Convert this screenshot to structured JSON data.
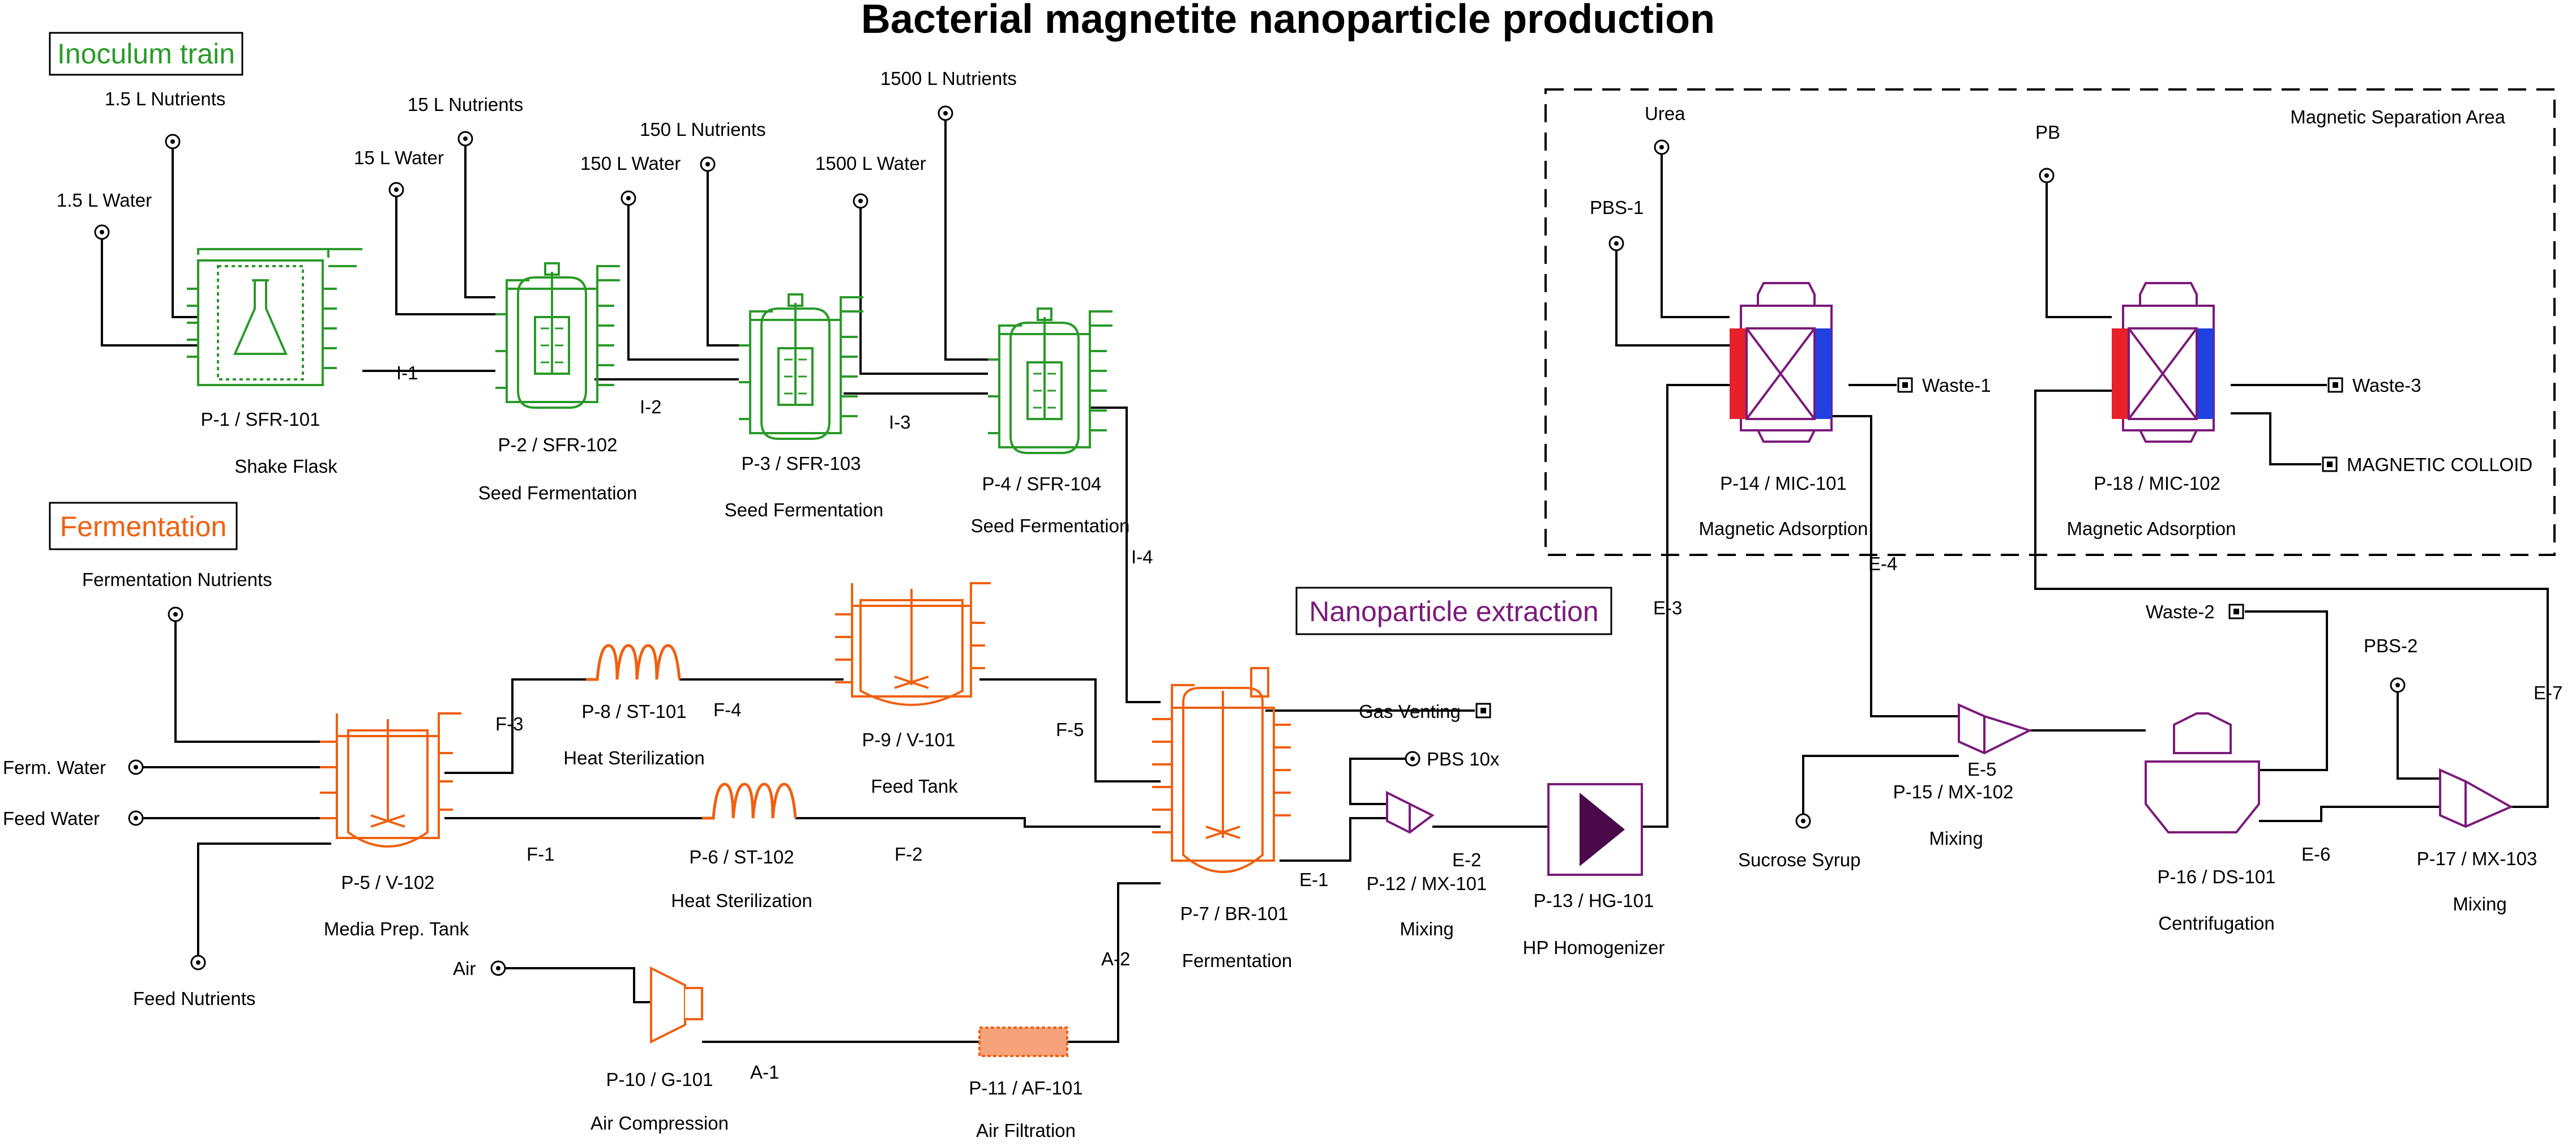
{
  "title": "Bacterial magnetite nanoparticle production",
  "sections": {
    "inoculum": "Inoculum train",
    "fermentation": "Fermentation",
    "extraction": "Nanoparticle extraction",
    "magnetic": "Magnetic  Separation Area"
  },
  "colors": {
    "inoculum": "#2a9a2a",
    "fermentation": "#f06010",
    "extraction": "#7a1a7a",
    "lines": "#000000",
    "heat_red": "#e8202a",
    "heat_blue": "#2040e0"
  },
  "feeds": {
    "water_1_5": "1.5 L Water",
    "nutr_1_5": "1.5 L Nutrients",
    "water_15": "15 L Water",
    "nutr_15": "15 L Nutrients",
    "water_150": "150 L Water",
    "nutr_150": "150 L Nutrients",
    "water_1500": "1500 L Water",
    "nutr_1500": "1500 L Nutrients",
    "ferm_nutrients": "Fermentation Nutrients",
    "ferm_water": "Ferm. Water",
    "feed_water": "Feed Water",
    "feed_nutrients": "Feed Nutrients",
    "air": "Air",
    "pbs10x": "PBS 10x",
    "urea": "Urea",
    "pbs1": "PBS-1",
    "pb": "PB",
    "sucrose": "Sucrose Syrup",
    "pbs2": "PBS-2"
  },
  "outputs": {
    "gas": "Gas Venting",
    "waste1": "Waste-1",
    "waste2": "Waste-2",
    "waste3": "Waste-3",
    "colloid": "MAGNETIC COLLOID"
  },
  "streams": {
    "i1": "I-1",
    "i2": "I-2",
    "i3": "I-3",
    "i4": "I-4",
    "f1": "F-1",
    "f2": "F-2",
    "f3": "F-3",
    "f4": "F-4",
    "f5": "F-5",
    "a1": "A-1",
    "a2": "A-2",
    "e1": "E-1",
    "e2": "E-2",
    "e3": "E-3",
    "e4": "E-4",
    "e5": "E-5",
    "e6": "E-6",
    "e7": "E-7"
  },
  "units": {
    "p1": {
      "tag": "P-1 / SFR-101",
      "desc": "Shake Flask"
    },
    "p2": {
      "tag": "P-2 / SFR-102",
      "desc": "Seed Fermentation"
    },
    "p3": {
      "tag": "P-3 / SFR-103",
      "desc": "Seed Fermentation"
    },
    "p4": {
      "tag": "P-4 / SFR-104",
      "desc": "Seed Fermentation"
    },
    "p5": {
      "tag": "P-5 / V-102",
      "desc": "Media Prep. Tank"
    },
    "p6": {
      "tag": "P-6 / ST-102",
      "desc": "Heat Sterilization"
    },
    "p7": {
      "tag": "P-7 / BR-101",
      "desc": "Fermentation"
    },
    "p8": {
      "tag": "P-8 / ST-101",
      "desc": "Heat Sterilization"
    },
    "p9": {
      "tag": "P-9 / V-101",
      "desc": "Feed Tank"
    },
    "p10": {
      "tag": "P-10 / G-101",
      "desc": "Air Compression"
    },
    "p11": {
      "tag": "P-11 / AF-101",
      "desc": "Air Filtration"
    },
    "p12": {
      "tag": "P-12 / MX-101",
      "desc": "Mixing"
    },
    "p13": {
      "tag": "P-13 / HG-101",
      "desc": "HP Homogenizer"
    },
    "p14": {
      "tag": "P-14 / MIC-101",
      "desc": "Magnetic Adsorption"
    },
    "p15": {
      "tag": "P-15 / MX-102",
      "desc": "Mixing"
    },
    "p16": {
      "tag": "P-16 / DS-101",
      "desc": "Centrifugation"
    },
    "p17": {
      "tag": "P-17 / MX-103",
      "desc": "Mixing"
    },
    "p18": {
      "tag": "P-18 / MIC-102",
      "desc": "Magnetic Adsorption"
    }
  }
}
